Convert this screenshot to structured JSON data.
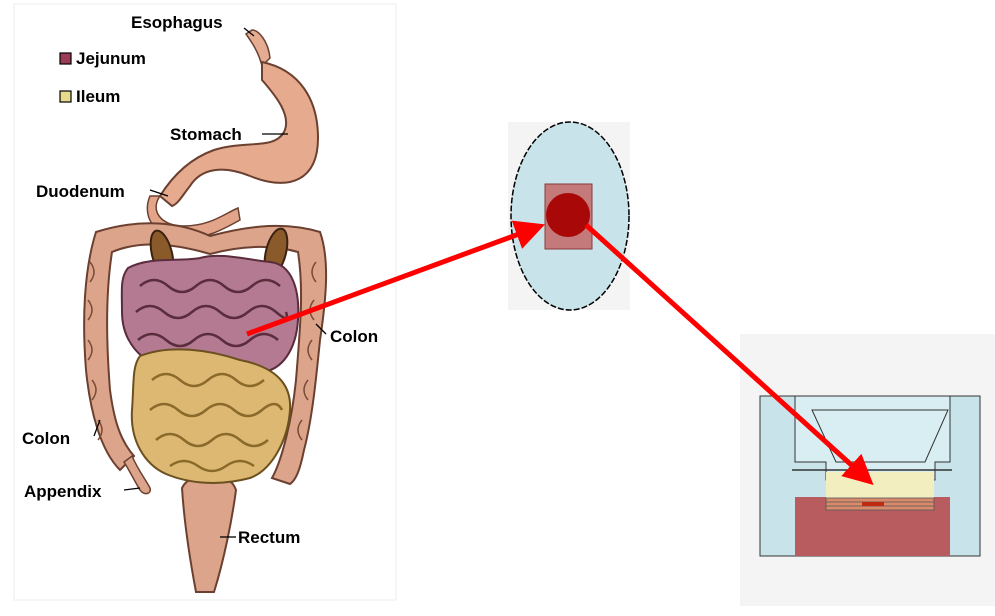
{
  "anatomy": {
    "labels": {
      "esophagus": "Esophagus",
      "stomach": "Stomach",
      "duodenum": "Duodenum",
      "colon_right": "Colon",
      "colon_left": "Colon",
      "appendix": "Appendix",
      "rectum": "Rectum"
    },
    "legend": [
      {
        "label": "Jejunum",
        "color": "#9b3b55"
      },
      {
        "label": "Ileum",
        "color": "#e8dc8c"
      }
    ]
  },
  "colors": {
    "arrow": "#ff0000",
    "colon": "#dca48a",
    "small_intestine": "#b47a92",
    "ileum": "#dcb872",
    "tissue_dish": "#c8e4ea",
    "tissue_sample": "#a80808",
    "chamber_medium": "#b85c60",
    "chamber_insert_fluid": "#f2eec0"
  }
}
